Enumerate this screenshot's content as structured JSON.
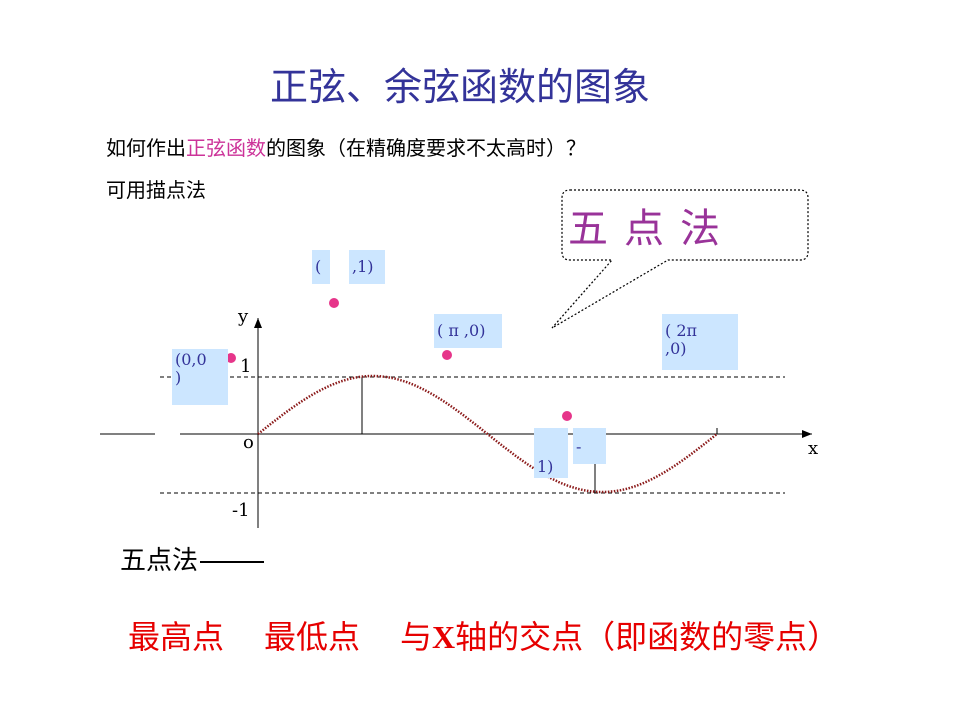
{
  "title": "正弦、余弦函数的图象",
  "question": {
    "prefix": "如何作出",
    "highlight": "正弦函数",
    "suffix": "的图象（在精确度要求不太高时）？"
  },
  "method": "可用描点法",
  "bubble": "五点法",
  "axes": {
    "x": "x",
    "y": "y",
    "origin": "o",
    "one": "1",
    "neg_one": "-1"
  },
  "points": [
    {
      "label_a": "(0,0",
      "label_b": ")"
    },
    {
      "label_a": "(",
      "label_b": ",1)"
    },
    {
      "label_a": "( π ,0)"
    },
    {
      "label_a": "-",
      "label_b": "1)"
    },
    {
      "label_a": "( 2π",
      "label_b": ",0)"
    }
  ],
  "five_point_method": "五点法",
  "summary": {
    "max": "最高点",
    "min": "最低点",
    "x_prefix": "与",
    "x_bold": "X",
    "x_suffix": "轴的交点（即函数的零点）"
  },
  "colors": {
    "title": "#333399",
    "highlight": "#cc3399",
    "curve": "#8b1a1a",
    "dot": "#e6358a",
    "label_bg": "#cce6ff",
    "summary": "#e60000"
  }
}
